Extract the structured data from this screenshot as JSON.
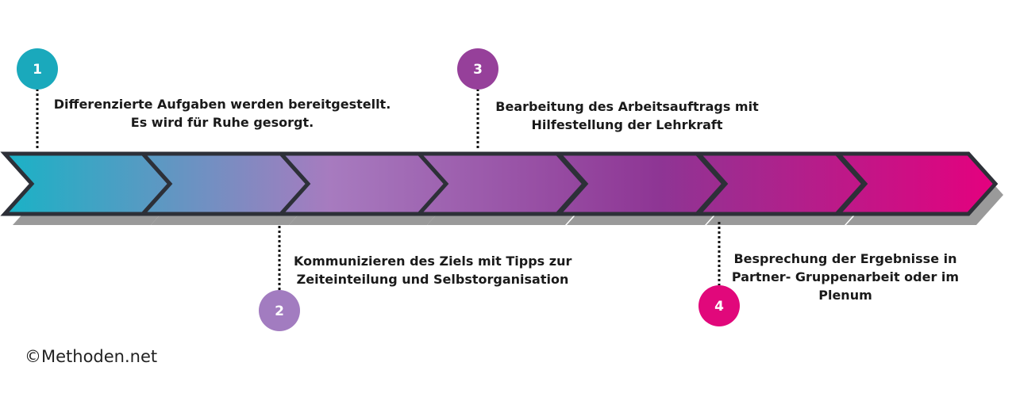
{
  "colors": {
    "arrow_start": "#17b3c6",
    "arrow_mid": "#a77bbf",
    "arrow_purple": "#8e3594",
    "arrow_end": "#e6007e",
    "outline": "#2d3038",
    "shadow": "#9a9a9a",
    "marker_1": "#1aa9bc",
    "marker_2": "#a27cc0",
    "marker_3": "#96409a",
    "marker_4": "#e1087b"
  },
  "steps": [
    {
      "number": "1",
      "lines": [
        "Differenzierte Aufgaben werden bereitgestellt.",
        "Es wird für Ruhe gesorgt."
      ]
    },
    {
      "number": "2",
      "lines": [
        "Kommunizieren des Ziels mit Tipps zur",
        "Zeiteinteilung und Selbstorganisation"
      ]
    },
    {
      "number": "3",
      "lines": [
        "Bearbeitung des Arbeitsauftrags mit",
        "Hilfestellung der Lehrkraft"
      ]
    },
    {
      "number": "4",
      "lines": [
        "Besprechung der Ergebnisse in",
        "Partner- Gruppenarbeit oder im",
        "Plenum"
      ]
    }
  ],
  "copyright": "©Methoden.net"
}
